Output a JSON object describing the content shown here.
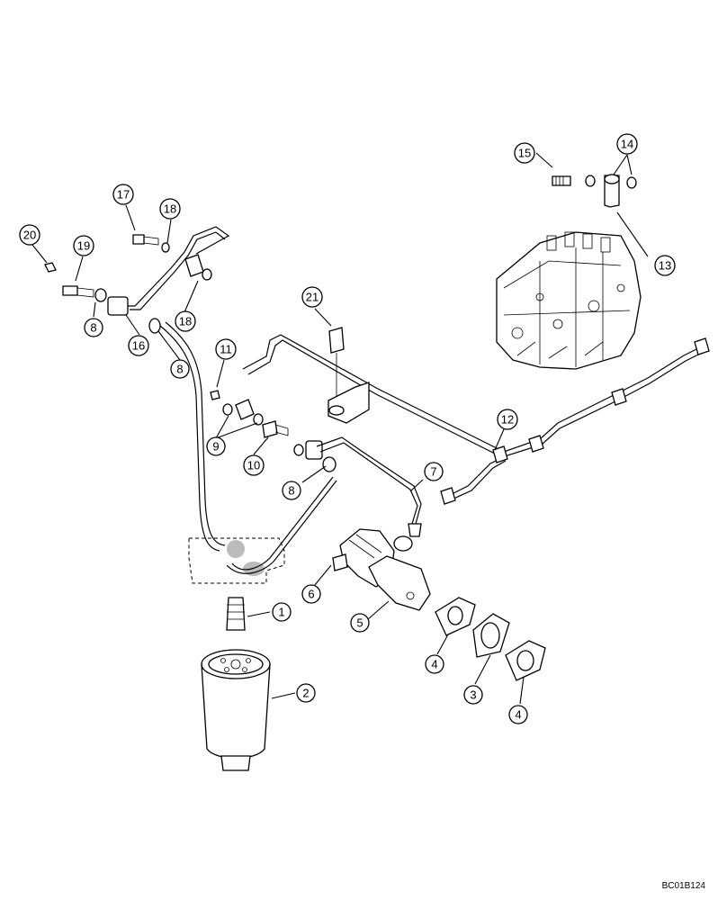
{
  "diagram": {
    "drawing_code": "BC01B124",
    "callouts": [
      {
        "id": "c1",
        "label": "1"
      },
      {
        "id": "c2",
        "label": "2"
      },
      {
        "id": "c3",
        "label": "3"
      },
      {
        "id": "c4a",
        "label": "4"
      },
      {
        "id": "c4b",
        "label": "4"
      },
      {
        "id": "c5",
        "label": "5"
      },
      {
        "id": "c6",
        "label": "6"
      },
      {
        "id": "c7",
        "label": "7"
      },
      {
        "id": "c8a",
        "label": "8"
      },
      {
        "id": "c8b",
        "label": "8"
      },
      {
        "id": "c8c",
        "label": "8"
      },
      {
        "id": "c9",
        "label": "9"
      },
      {
        "id": "c10",
        "label": "10"
      },
      {
        "id": "c11",
        "label": "11"
      },
      {
        "id": "c12",
        "label": "12"
      },
      {
        "id": "c13",
        "label": "13"
      },
      {
        "id": "c14",
        "label": "14"
      },
      {
        "id": "c15",
        "label": "15"
      },
      {
        "id": "c16",
        "label": "16"
      },
      {
        "id": "c17",
        "label": "17"
      },
      {
        "id": "c18a",
        "label": "18"
      },
      {
        "id": "c18b",
        "label": "18"
      },
      {
        "id": "c19",
        "label": "19"
      },
      {
        "id": "c20",
        "label": "20"
      },
      {
        "id": "c21",
        "label": "21"
      }
    ]
  }
}
